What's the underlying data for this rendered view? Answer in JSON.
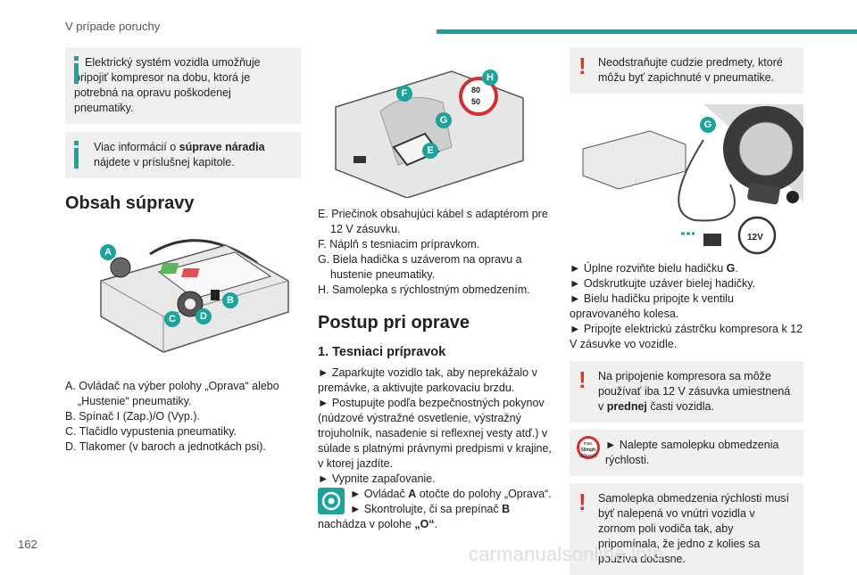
{
  "header": {
    "section": "V prípade poruchy"
  },
  "page_number": "162",
  "footer": "carmanualsonline.info",
  "col1": {
    "info1": "Elektrický systém vozidla umožňuje pripojiť kompresor na dobu, ktorá je potrebná na opravu poškodenej pneumatiky.",
    "info2_pre": "Viac informácií o ",
    "info2_bold": "súprave náradia",
    "info2_post": " nájdete v príslušnej kapitole.",
    "heading": "Obsah súpravy",
    "items": [
      "A.  Ovládač na výber polohy „Oprava“ alebo „Hustenie“ pneumatiky.",
      "B.  Spínač I (Zap.)/O (Vyp.).",
      "C.  Tlačidlo vypustenia pneumatiky.",
      "D.  Tlakomer (v baroch a jednotkách psi)."
    ],
    "labels": {
      "A": "A",
      "B": "B",
      "C": "C",
      "D": "D"
    }
  },
  "col2": {
    "labels": {
      "F": "F",
      "G": "G",
      "E": "E",
      "H": "H"
    },
    "sticker_top": "80",
    "sticker_bottom": "50",
    "items": [
      "E.  Priečinok obsahujúci kábel s adaptérom pre 12 V zásuvku.",
      "F.  Náplň s tesniacim prípravkom.",
      "G.  Biela hadička s uzáverom na opravu a hustenie pneumatiky.",
      "H.  Samolepka s rýchlostným obmedzením."
    ],
    "heading": "Postup pri oprave",
    "subheading": "1. Tesniaci prípravok",
    "para1": "► Zaparkujte vozidlo tak, aby neprekážalo v premávke, a aktivujte parkovaciu brzdu.",
    "para2": "► Postupujte podľa bezpečnostných pokynov (núdzové výstražné osvetlenie, výstražný trojuholník, nasadenie si reflexnej vesty atď.) v súlade s platnými právnymi predpismi v krajine, v ktorej jazdíte.",
    "para3": "► Vypnite zapaľovanie.",
    "para4_pre": "► Ovládač ",
    "para4_bold": "A",
    "para4_post": " otočte do polohy „Oprava“.",
    "para5_pre": "► Skontrolujte, či sa prepínač ",
    "para5_bold": "B",
    "para5_post": " nachádza v polohe ",
    "para5_bold2": "„O“",
    "para5_end": "."
  },
  "col3": {
    "warn1": "Neodstraňujte cudzie predmety, ktoré môžu byť zapichnuté v pneumatike.",
    "label_g": "G",
    "socket_label": "12V",
    "steps": [
      {
        "pre": "► Úplne rozviňte bielu hadičku ",
        "bold": "G",
        "post": "."
      },
      {
        "pre": "► Odskrutkujte uzáver bielej hadičky.",
        "bold": "",
        "post": ""
      },
      {
        "pre": "► Bielu hadičku pripojte k ventilu opravovaného kolesa.",
        "bold": "",
        "post": ""
      },
      {
        "pre": "► Pripojte elektrickú zástrčku kompresora k 12 V zásuvke vo vozidle.",
        "bold": "",
        "post": ""
      }
    ],
    "warn2_pre": "Na pripojenie kompresora sa môže používať iba 12 V zásuvka umiestnená v ",
    "warn2_bold": "prednej",
    "warn2_post": " časti vozidla.",
    "sticker_small_line1": "max.",
    "sticker_small_line2": "50mph",
    "sticker_small_line3": "(80km/h)",
    "step5": "► Nalepte samolepku obmedzenia rýchlosti.",
    "warn3": "Samolepka obmedzenia rýchlosti musí byť nalepená vo vnútri vozidla v zornom poli vodiča tak, aby pripomínala, že jedno z kolies sa používa dočasne."
  },
  "colors": {
    "accent": "#1ba39c",
    "warning": "#e03030",
    "box_bg": "#f0f0f0"
  }
}
